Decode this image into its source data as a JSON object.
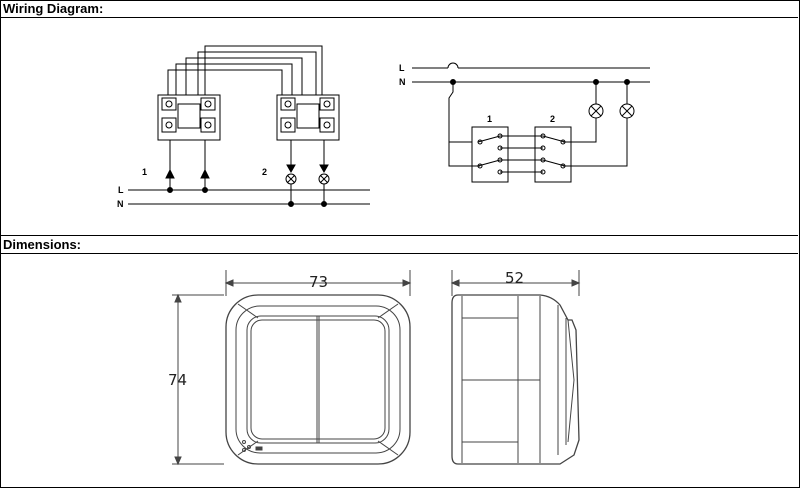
{
  "sections": {
    "wiring_title": "Wiring Diagram:",
    "dimensions_title": "Dimensions:"
  },
  "wiring": {
    "left": {
      "switch1_label": "1",
      "switch2_label": "2",
      "line_label": "L",
      "neutral_label": "N"
    },
    "right": {
      "line_label": "L",
      "neutral_label": "N",
      "switch1_label": "1",
      "switch2_label": "2"
    }
  },
  "dimensions": {
    "width": "73",
    "height": "74",
    "depth": "52"
  },
  "colors": {
    "line": "#000000",
    "drawing": "#444444"
  }
}
